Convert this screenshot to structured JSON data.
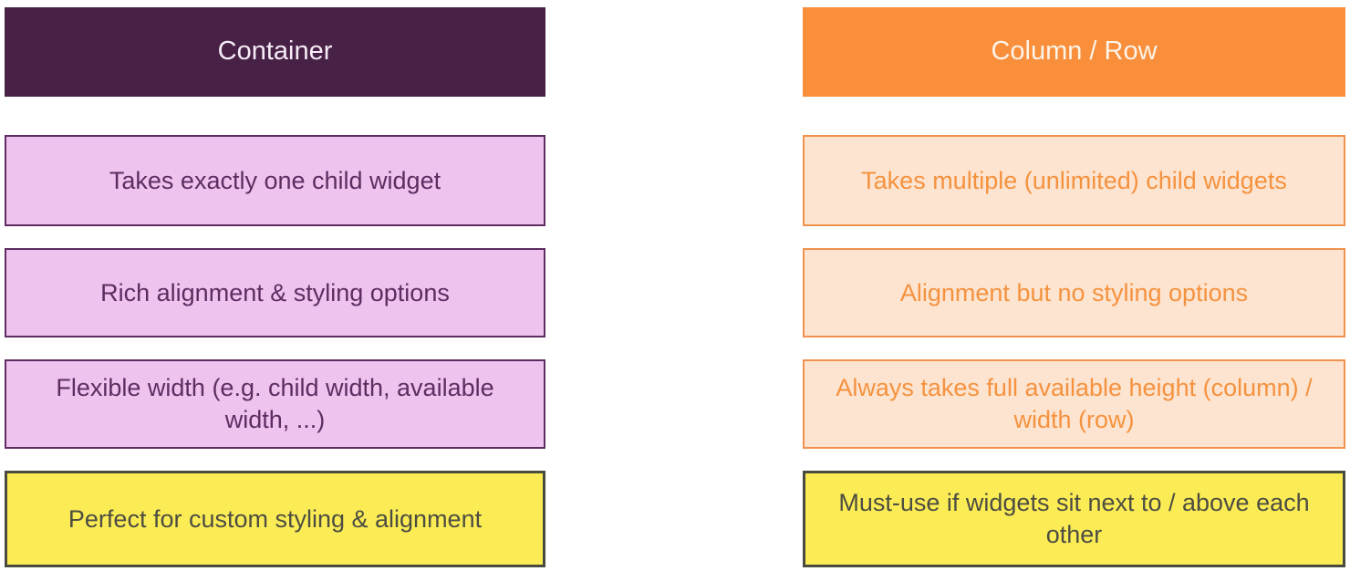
{
  "diagram": {
    "type": "comparison-table",
    "highlight_theme": {
      "bg": "#fbec55",
      "border": "#4a4a40",
      "text": "#4d4d42"
    }
  },
  "columns": [
    {
      "id": "container",
      "header": "Container",
      "theme": {
        "header_bg": "#472146",
        "header_text": "#f6ecf6",
        "box_bg": "#eec3ee",
        "box_border": "#5e2c61",
        "box_text": "#5e2c61"
      },
      "boxes": [
        "Takes exactly one child widget",
        "Rich alignment & styling options",
        "Flexible width (e.g. child width, available width, ...)"
      ],
      "highlight_box": "Perfect for custom styling & alignment"
    },
    {
      "id": "column-row",
      "header": "Column / Row",
      "theme": {
        "header_bg": "#f98e3b",
        "header_text": "#fdf4e8",
        "box_bg": "#fde4d0",
        "box_border": "#f0924d",
        "box_text": "#f5923f"
      },
      "boxes": [
        "Takes multiple (unlimited) child widgets",
        "Alignment but no styling options",
        "Always takes full available height (column) / width (row)"
      ],
      "highlight_box": "Must-use if widgets sit next to / above each other"
    }
  ]
}
